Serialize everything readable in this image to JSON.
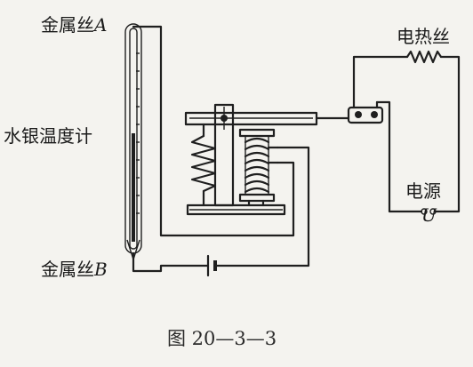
{
  "labels": {
    "wire_a_prefix": "金属丝",
    "wire_a_letter": "A",
    "thermometer": "水银温度计",
    "wire_b_prefix": "金属丝",
    "wire_b_letter": "B",
    "heater": "电热丝",
    "power_source": "电源",
    "voltage": "U"
  },
  "caption": "图 20—3—3",
  "colors": {
    "ink": "#1f1f1f",
    "paper": "#f4f3ef"
  }
}
